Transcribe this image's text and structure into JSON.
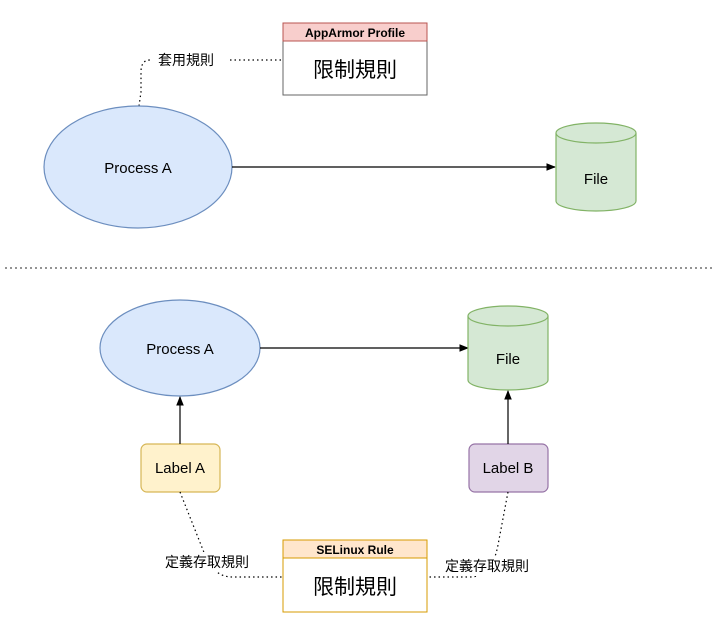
{
  "top": {
    "process_label": "Process A",
    "file_label": "File",
    "profile_title": "AppArmor Profile",
    "profile_body": "限制規則",
    "apply_rule_label": "套用規則"
  },
  "bottom": {
    "process_label": "Process A",
    "file_label": "File",
    "label_a": "Label A",
    "label_b": "Label B",
    "rule_title": "SELinux Rule",
    "rule_body": "限制規則",
    "left_rule_label": "定義存取規則",
    "right_rule_label": "定義存取規則"
  },
  "colors": {
    "process_fill": "#dae8fc",
    "process_stroke": "#6c8ebf",
    "file_fill": "#d5e8d4",
    "file_stroke": "#82b366",
    "apparmor_header": "#f8cecc",
    "apparmor_stroke": "#b85450",
    "selinux_header": "#ffe6cc",
    "selinux_stroke": "#d79b00",
    "label_a_fill": "#fff2cc",
    "label_a_stroke": "#d6b656",
    "label_b_fill": "#e1d5e7",
    "label_b_stroke": "#9673a6"
  }
}
